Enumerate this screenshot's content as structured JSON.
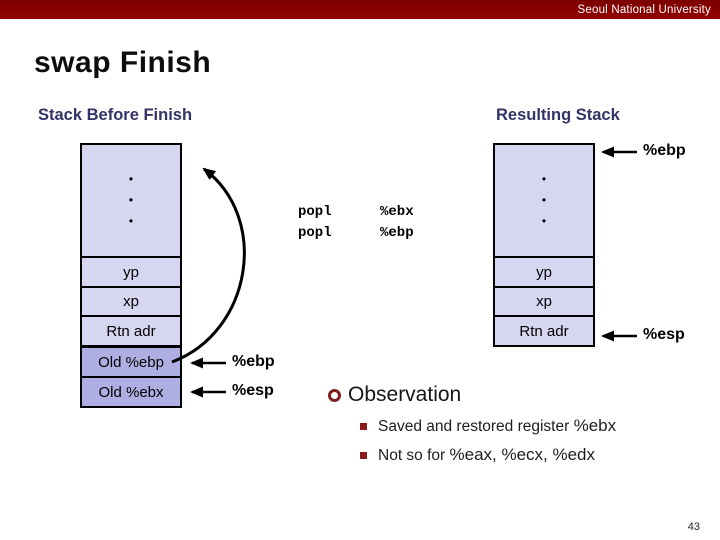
{
  "header": {
    "institution": "Seoul National University",
    "bar_color": "#8e0000",
    "text_color": "#ffffff"
  },
  "title": "swap Finish",
  "colors": {
    "heading_navy": "#333366",
    "cell_light": "#d6d6f0",
    "cell_dark": "#aeaee2",
    "bullet_red": "#8b1a1a",
    "arrow_black": "#000000"
  },
  "left_section": {
    "heading": "Stack Before Finish",
    "stack": {
      "dots": "•\n•\n•",
      "rows": [
        "yp",
        "xp",
        "Rtn adr",
        "Old %ebp",
        "Old %ebx"
      ]
    }
  },
  "right_section": {
    "heading": "Resulting Stack",
    "stack": {
      "dots": "•\n•\n•",
      "rows": [
        "yp",
        "xp",
        "Rtn adr"
      ]
    }
  },
  "pointers": {
    "ebp_label": "%ebp",
    "esp_label": "%esp"
  },
  "code": {
    "lines": [
      {
        "op": "popl",
        "arg": "%ebx"
      },
      {
        "op": "popl",
        "arg": "%ebp"
      }
    ]
  },
  "observation": {
    "title": "Observation",
    "items": [
      {
        "text": "Saved and restored register ",
        "registers": "%ebx"
      },
      {
        "text": "Not so for ",
        "registers": "%eax, %ecx, %edx"
      }
    ]
  },
  "page_number": "43"
}
